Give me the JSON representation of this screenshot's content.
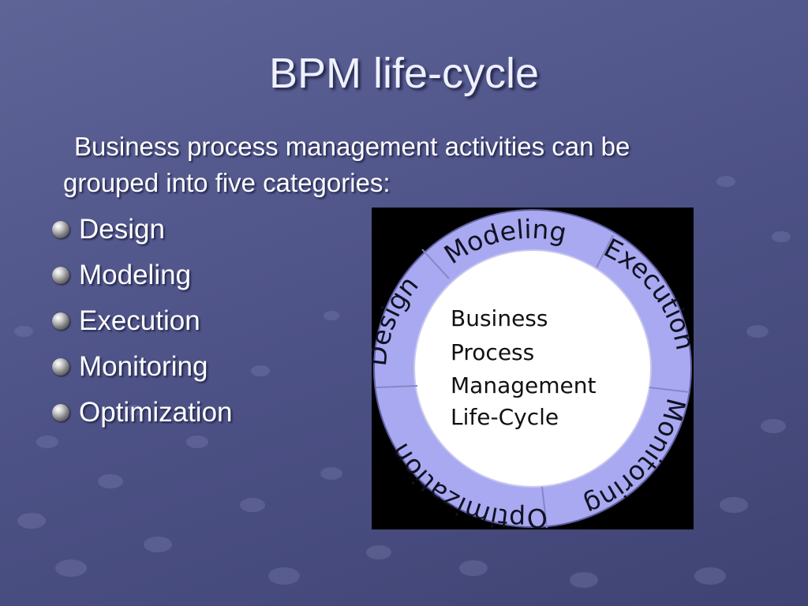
{
  "slide": {
    "title": "BPM life-cycle",
    "intro": "Business process management activities can be grouped into five categories:",
    "bullets": [
      "Design",
      "Modeling",
      "Execution",
      "Monitoring",
      "Optimization"
    ],
    "bullet_icon": "sphere-bullet-icon"
  },
  "diagram": {
    "ring_labels": [
      "Modeling",
      "Execution",
      "Monitoring",
      "Optimization",
      "Design"
    ],
    "center_lines": [
      "Business",
      "Process",
      "Management",
      "Life-Cycle"
    ],
    "colors": {
      "ring": "#a9a9f2",
      "center": "#ffffff",
      "background": "#000000"
    }
  },
  "colors": {
    "slide_background": "#555a8f",
    "text": "#ffffff"
  }
}
